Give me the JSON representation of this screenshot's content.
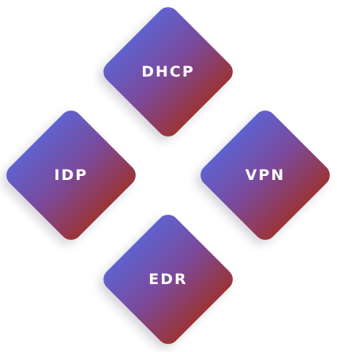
{
  "diagram": {
    "nodes": [
      {
        "label": "DHCP"
      },
      {
        "label": "IDP"
      },
      {
        "label": "VPN"
      },
      {
        "label": "EDR"
      }
    ]
  }
}
